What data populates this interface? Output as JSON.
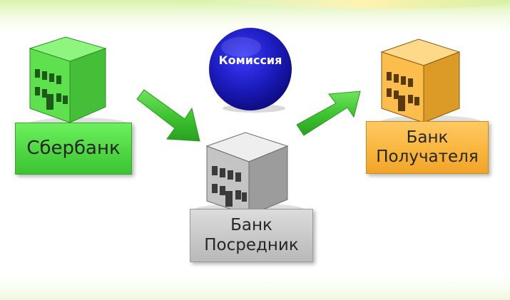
{
  "nodes": {
    "sender": {
      "label": "Сбербанк",
      "color": "#4fd742"
    },
    "intermediary": {
      "label_line1": "Банк",
      "label_line2": "Посредник",
      "color": "#c6c6c6"
    },
    "recipient": {
      "label_line1": "Банк",
      "label_line2": "Получателя",
      "color": "#f8b43b"
    }
  },
  "commission": {
    "label": "Комиссия",
    "color": "#1a1ab8"
  },
  "arrows": [
    {
      "from": "sender",
      "to": "intermediary",
      "color": "#3cc22f"
    },
    {
      "from": "intermediary",
      "to": "recipient",
      "color": "#3cc22f"
    }
  ]
}
